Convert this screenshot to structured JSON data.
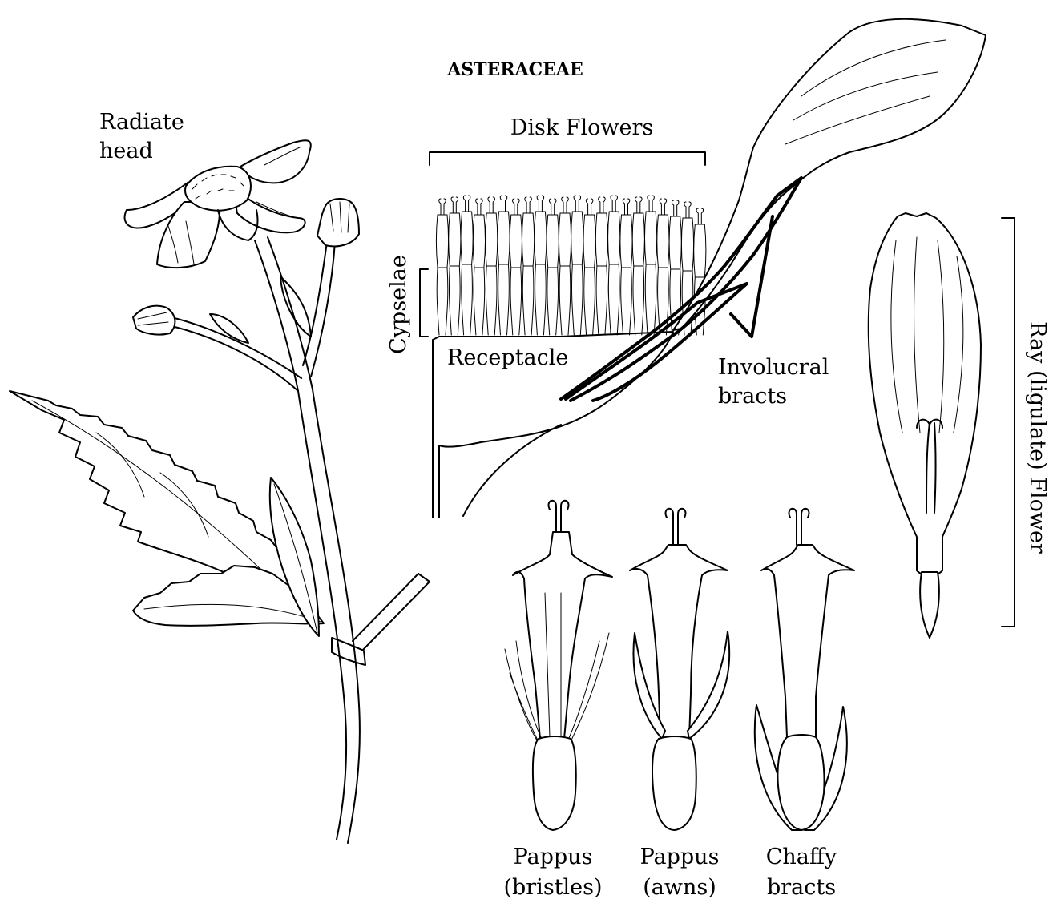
{
  "title": "ASTERACEAE",
  "labels": {
    "radiate_head_line1": "Radiate",
    "radiate_head_line2": "head",
    "disk_flowers": "Disk Flowers",
    "cypselae": "Cypselae",
    "receptacle": "Receptacle",
    "involucral_bracts_line1": "Involucral",
    "involucral_bracts_line2": "bracts",
    "ray_flower": "Ray (ligulate) Flower",
    "pappus_bristles_line1": "Pappus",
    "pappus_bristles_line2": "(bristles)",
    "pappus_awns_line1": "Pappus",
    "pappus_awns_line2": "(awns)",
    "chaffy_bracts_line1": "Chaffy",
    "chaffy_bracts_line2": "bracts"
  }
}
